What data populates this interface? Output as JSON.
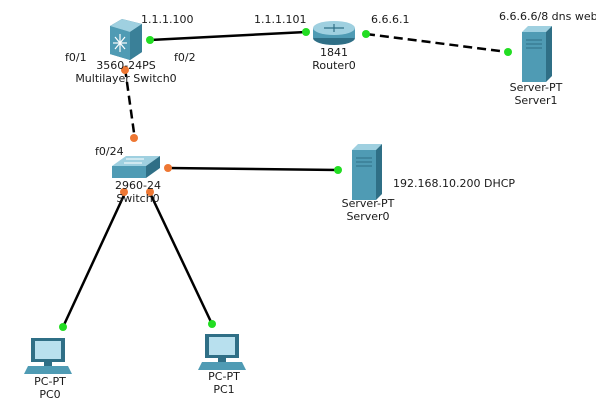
{
  "devices": {
    "multilayer_switch": {
      "model": "3560-24PS",
      "name": "Multilayer Switch0"
    },
    "router": {
      "model": "1841",
      "name": "Router0"
    },
    "server1": {
      "model": "Server-PT",
      "name": "Server1",
      "note": "6.6.6.6/8 dns web"
    },
    "switch": {
      "model": "2960-24",
      "name": "Switch0"
    },
    "server0": {
      "model": "Server-PT",
      "name": "Server0",
      "note": "192.168.10.200 DHCP"
    },
    "pc0": {
      "model": "PC-PT",
      "name": "PC0"
    },
    "pc1": {
      "model": "PC-PT",
      "name": "PC1"
    }
  },
  "interfaces": {
    "mls_ip": "1.1.1.100",
    "router_ip": "1.1.1.101",
    "router_ip2": "6.6.6.1",
    "mls_f01": "f0/1",
    "mls_f02": "f0/2",
    "switch_f024": "f0/24"
  },
  "colors": {
    "link_up": "#22dd22",
    "link_down": "#ee7733",
    "cable": "#000000",
    "device_body": "#4f9bb4",
    "device_dark": "#2f6f86"
  }
}
